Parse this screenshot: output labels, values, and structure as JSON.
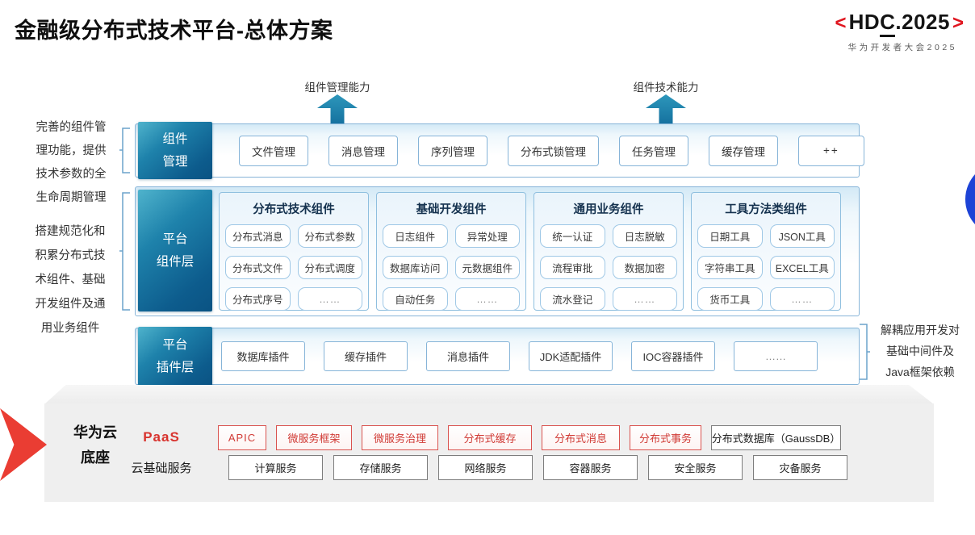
{
  "header": {
    "title": "金融级分布式技术平台-总体方案",
    "logo": {
      "left_bracket": "<",
      "part_hd": "HD",
      "part_c": "C",
      "part_rest": ".2025",
      "right_bracket": ">",
      "subtitle": "华为开发者大会2025"
    }
  },
  "capability_arrows": [
    {
      "label": "组件管理能力"
    },
    {
      "label": "组件技术能力"
    }
  ],
  "side_notes": {
    "component_management_note": "完善的组件管\n理功能，提供\n技术参数的全\n生命周期管理",
    "component_layer_note": "搭建规范化和\n积累分布式技\n术组件、基础\n开发组件及通\n用业务组件",
    "plugin_layer_note": "解耦应用开发对\n基础中间件及\nJava框架依赖"
  },
  "rows": {
    "management": {
      "label": "组件\n管理",
      "items": [
        "文件管理",
        "消息管理",
        "序列管理",
        "分布式锁管理",
        "任务管理",
        "缓存管理",
        "++"
      ]
    },
    "component_layer": {
      "label": "平台\n组件层",
      "columns": [
        {
          "title": "分布式技术组件",
          "items": [
            "分布式消息",
            "分布式参数",
            "分布式文件",
            "分布式调度",
            "分布式序号",
            "……"
          ]
        },
        {
          "title": "基础开发组件",
          "items": [
            "日志组件",
            "异常处理",
            "数据库访问",
            "元数据组件",
            "自动任务",
            "……"
          ]
        },
        {
          "title": "通用业务组件",
          "items": [
            "统一认证",
            "日志脱敏",
            "流程审批",
            "数据加密",
            "流水登记",
            "……"
          ]
        },
        {
          "title": "工具方法类组件",
          "items": [
            "日期工具",
            "JSON工具",
            "字符串工具",
            "EXCEL工具",
            "货币工具",
            "……"
          ]
        }
      ]
    },
    "plugin_layer": {
      "label": "平台\n插件层",
      "items": [
        "数据库插件",
        "缓存插件",
        "消息插件",
        "JDK适配插件",
        "IOC容器插件",
        "……"
      ]
    }
  },
  "foundation": {
    "label": "华为云\n底座",
    "paas": {
      "label": "PaaS",
      "items": [
        "APIC",
        "微服务框架",
        "微服务治理",
        "分布式缓存",
        "分布式消息",
        "分布式事务"
      ],
      "db_item": "分布式数据库（GaussDB）"
    },
    "cloud": {
      "label": "云基础服务",
      "items": [
        "计算服务",
        "存储服务",
        "网络服务",
        "容器服务",
        "安全服务",
        "灾备服务"
      ]
    }
  },
  "colors": {
    "label_teal_dark": "#0a5383",
    "label_teal_light": "#4fb3cc",
    "row_border_blue": "#86b4d8",
    "arrow_teal": "#15719f",
    "accent_red": "#d9534f",
    "logo_red": "#e0161f",
    "slab_gray": "#efefef",
    "circle_blue": "#1d43d6"
  }
}
